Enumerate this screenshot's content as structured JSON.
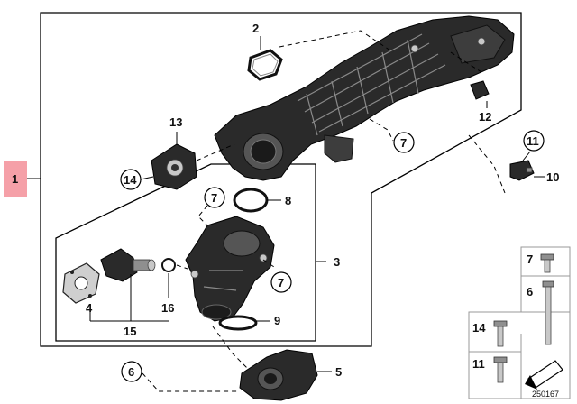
{
  "diagram": {
    "labels": {
      "l1": "1",
      "l2": "2",
      "l3": "3",
      "l4": "4",
      "l5": "5",
      "l6": "6",
      "l7a": "7",
      "l7b": "7",
      "l7c": "7",
      "l8": "8",
      "l9": "9",
      "l10": "10",
      "l11": "11",
      "l12": "12",
      "l13": "13",
      "l14": "14",
      "l15": "15",
      "l16": "16"
    },
    "legend": {
      "row7": "7",
      "row6": "6",
      "row14": "14",
      "row11": "11",
      "ref": "250167"
    },
    "colors": {
      "marker": "#f5a0a8",
      "part": "#3d3d3d"
    }
  }
}
